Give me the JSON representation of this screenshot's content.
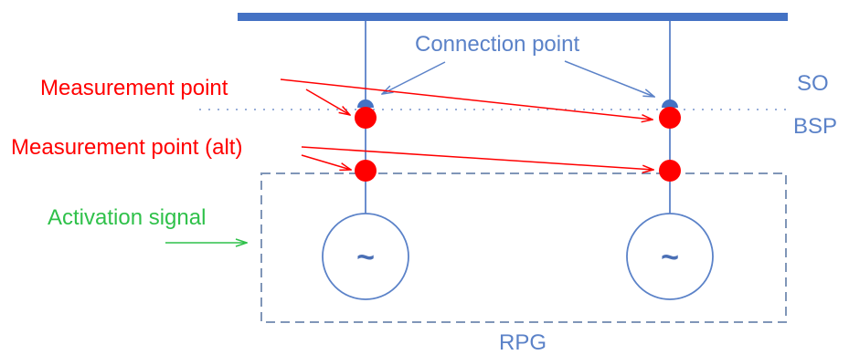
{
  "labels": {
    "connection_point": "Connection point",
    "measurement_point": "Measurement point",
    "measurement_point_alt": "Measurement point (alt)",
    "activation_signal": "Activation signal",
    "so": "SO",
    "bsp": "BSP",
    "rpg": "RPG",
    "generator_symbol": "~"
  },
  "colors": {
    "bus": "#4472c4",
    "line": "#5b82c8",
    "measurement": "#ff0000",
    "activation": "#2fc14a",
    "boundary": "#8aa3d4",
    "rpg_box": "#8096b8"
  }
}
